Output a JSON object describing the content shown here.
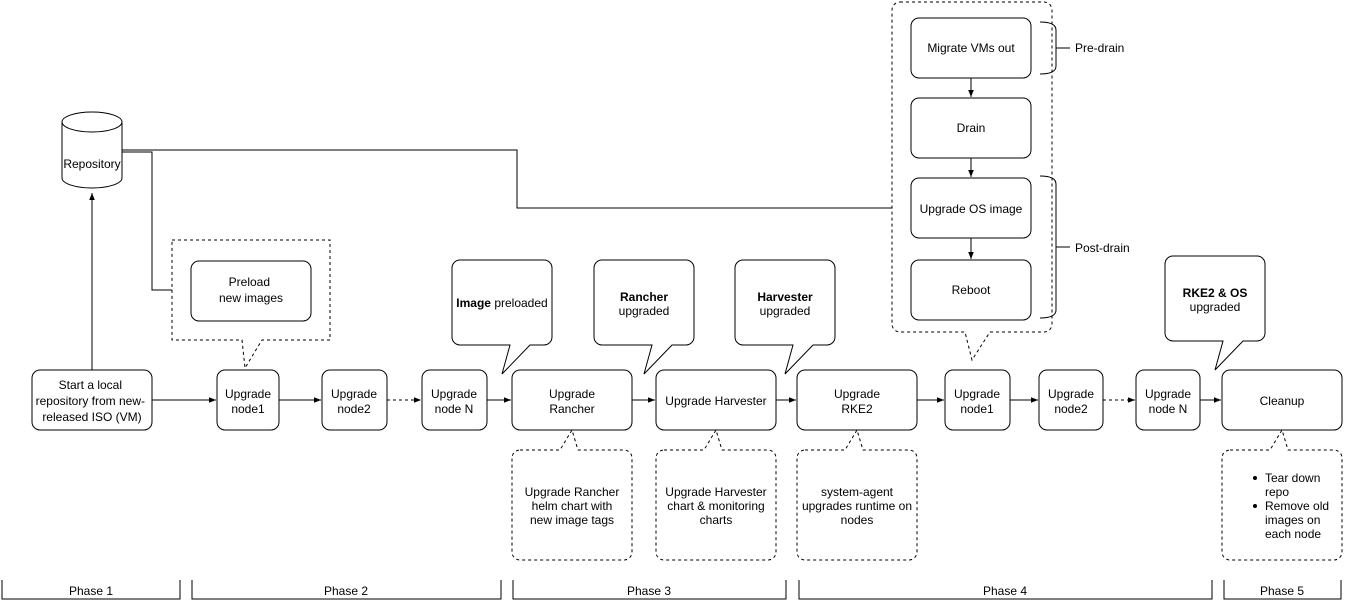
{
  "repository": "Repository",
  "start": [
    "Start a local",
    "repository from new-",
    "released ISO (VM)"
  ],
  "preload": [
    "Preload",
    "new images"
  ],
  "p2_nodes": [
    [
      "Upgrade",
      "node1"
    ],
    [
      "Upgrade",
      "node2"
    ],
    [
      "Upgrade",
      "node N"
    ]
  ],
  "upgrade_rancher": [
    "Upgrade",
    "Rancher"
  ],
  "upgrade_harvester": "Upgrade Harvester",
  "upgrade_rke2": [
    "Upgrade",
    "RKE2"
  ],
  "p4_nodes": [
    [
      "Upgrade",
      "node1"
    ],
    [
      "Upgrade",
      "node2"
    ],
    [
      "Upgrade",
      "node N"
    ]
  ],
  "cleanup": "Cleanup",
  "callouts": {
    "image": {
      "bold": "Image",
      "rest": " preloaded"
    },
    "rancher": {
      "bold": "Rancher",
      "rest": "upgraded"
    },
    "harvester": {
      "bold": "Harvester",
      "rest": "upgraded"
    },
    "rke2os": {
      "bold": "RKE2 & OS",
      "rest": "upgraded"
    }
  },
  "notes": {
    "rancher": [
      "Upgrade Rancher",
      "helm chart with",
      "new image tags"
    ],
    "harvester": [
      "Upgrade Harvester",
      "chart & monitoring",
      "charts"
    ],
    "rke2": [
      "system-agent",
      "upgrades runtime on",
      "nodes"
    ],
    "cleanup": [
      [
        "Tear down",
        "repo"
      ],
      [
        "Remove old",
        "images on",
        "each node"
      ]
    ]
  },
  "node_steps": {
    "migrate": "Migrate VMs out",
    "drain": "Drain",
    "os_image": "Upgrade OS image",
    "reboot": "Reboot"
  },
  "brackets": {
    "pre": "Pre-drain",
    "post": "Post-drain"
  },
  "phases": [
    "Phase 1",
    "Phase 2",
    "Phase 3",
    "Phase 4",
    "Phase 5"
  ]
}
